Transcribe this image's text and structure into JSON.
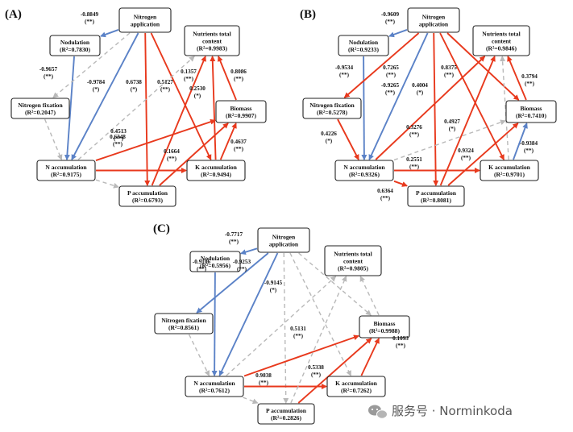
{
  "colors": {
    "positive": "#e8391d",
    "negative": "#5b82c7",
    "nonsignificant": "#b9b9b9",
    "box_border": "#222222",
    "watermark": "#555555"
  },
  "panels": [
    {
      "label": "(A)",
      "nodes": {
        "nitro": [
          "Nitrogen",
          "application"
        ],
        "nod": [
          "Nodulation",
          "(R²=0.7830)"
        ],
        "nfix": [
          "Nitrogen fixation",
          "(R²=0.2047)"
        ],
        "nacc": [
          "N accumulation",
          "(R²=0.9175)"
        ],
        "pacc": [
          "P accumulation",
          "(R²=0.6793)"
        ],
        "kacc": [
          "K accumulation",
          "(R²=0.9494)"
        ],
        "bio": [
          "Biomass",
          "(R²=0.9907)"
        ],
        "nut": [
          "Nutrients total",
          "content",
          "(R²=0.9983)"
        ]
      },
      "edges": [
        {
          "from": "nitro",
          "to": "nod",
          "sign": "neg",
          "coef": "-0.8849",
          "sig": "(**)"
        },
        {
          "from": "nod",
          "to": "nacc",
          "sign": "neg",
          "coef": "",
          "sig": ""
        },
        {
          "from": "nitro",
          "to": "nacc",
          "sign": "neg",
          "coef": "-0.9784",
          "sig": "(*)"
        },
        {
          "from": "nitro",
          "to": "nfix",
          "sign": "ns",
          "coef": "-0.9657",
          "sig": "(**)"
        },
        {
          "from": "nitro",
          "to": "pacc",
          "sign": "pos",
          "coef": "0.6738",
          "sig": "(*)"
        },
        {
          "from": "nitro",
          "to": "kacc",
          "sign": "pos",
          "coef": "0.5127",
          "sig": "(**)"
        },
        {
          "from": "nfix",
          "to": "nacc",
          "sign": "ns",
          "coef": "",
          "sig": ""
        },
        {
          "from": "nacc",
          "to": "pacc",
          "sign": "ns",
          "coef": "",
          "sig": ""
        },
        {
          "from": "nacc",
          "to": "kacc",
          "sign": "pos",
          "coef": "0.6348",
          "sig": "(**)"
        },
        {
          "from": "nacc",
          "to": "bio",
          "sign": "pos",
          "coef": "0.4513",
          "sig": "(**)"
        },
        {
          "from": "nacc",
          "to": "nut",
          "sign": "ns",
          "coef": "",
          "sig": ""
        },
        {
          "from": "pacc",
          "to": "bio",
          "sign": "pos",
          "coef": "0.1664",
          "sig": "(**)"
        },
        {
          "from": "pacc",
          "to": "nut",
          "sign": "pos",
          "coef": "0.2530",
          "sig": "(*)"
        },
        {
          "from": "kacc",
          "to": "bio",
          "sign": "pos",
          "coef": "0.4637",
          "sig": "(**)"
        },
        {
          "from": "kacc",
          "to": "nut",
          "sign": "pos",
          "coef": "0.1357",
          "sig": "(**)"
        },
        {
          "from": "bio",
          "to": "nut",
          "sign": "pos",
          "coef": "0.8086",
          "sig": "(**)"
        }
      ]
    },
    {
      "label": "(B)",
      "nodes": {
        "nitro": [
          "Nitrogen",
          "application"
        ],
        "nod": [
          "Nodulation",
          "(R²=0.9233)"
        ],
        "nfix": [
          "Nitrogen fixation",
          "(R²=0.5278)"
        ],
        "nacc": [
          "N accumulation",
          "(R²=0.9326)"
        ],
        "pacc": [
          "P accumulation",
          "(R²=0.8081)"
        ],
        "kacc": [
          "K accumulation",
          "(R²=0.9701)"
        ],
        "bio": [
          "Biomass",
          "(R²=0.7410)"
        ],
        "nut": [
          "Nutrients total",
          "content",
          "(R²=0.9846)"
        ]
      },
      "edges": [
        {
          "from": "nitro",
          "to": "nod",
          "sign": "neg",
          "coef": "-0.9609",
          "sig": "(**)"
        },
        {
          "from": "nod",
          "to": "nacc",
          "sign": "neg",
          "coef": "",
          "sig": ""
        },
        {
          "from": "nitro",
          "to": "nfix",
          "sign": "pos",
          "coef": "-0.9534",
          "sig": "(**)"
        },
        {
          "from": "nitro",
          "to": "nacc",
          "sign": "neg",
          "coef": "-0.9265",
          "sig": "(**)"
        },
        {
          "from": "nitro",
          "to": "pacc",
          "sign": "pos",
          "coef": "0.7265",
          "sig": "(**)"
        },
        {
          "from": "nitro",
          "to": "kacc",
          "sign": "pos",
          "coef": "0.8375",
          "sig": "(**)"
        },
        {
          "from": "nitro",
          "to": "bio",
          "sign": "pos",
          "coef": "0.4004",
          "sig": "(*)"
        },
        {
          "from": "nfix",
          "to": "nacc",
          "sign": "pos",
          "coef": "0.4226",
          "sig": "(*)"
        },
        {
          "from": "nacc",
          "to": "pacc",
          "sign": "pos",
          "coef": "0.6364",
          "sig": "(**)"
        },
        {
          "from": "nacc",
          "to": "kacc",
          "sign": "pos",
          "coef": "0.2551",
          "sig": "(**)"
        },
        {
          "from": "nacc",
          "to": "nut",
          "sign": "pos",
          "coef": "0.3276",
          "sig": "(**)"
        },
        {
          "from": "nacc",
          "to": "bio",
          "sign": "ns",
          "coef": "",
          "sig": ""
        },
        {
          "from": "pacc",
          "to": "nut",
          "sign": "pos",
          "coef": "0.4927",
          "sig": "(*)"
        },
        {
          "from": "pacc",
          "to": "bio",
          "sign": "pos",
          "coef": "0.9324",
          "sig": "(**)"
        },
        {
          "from": "kacc",
          "to": "bio",
          "sign": "neg",
          "coef": "-0.9384",
          "sig": "(**)"
        },
        {
          "from": "kacc",
          "to": "nut",
          "sign": "ns",
          "coef": "",
          "sig": ""
        },
        {
          "from": "bio",
          "to": "nut",
          "sign": "pos",
          "coef": "0.3794",
          "sig": "(**)"
        }
      ]
    },
    {
      "label": "(C)",
      "nodes": {
        "nitro": [
          "Nitrogen",
          "application"
        ],
        "nod": [
          "Nodulation",
          "(R²=0.5956)"
        ],
        "nfix": [
          "Nitrogen fixation",
          "(R²=0.8561)"
        ],
        "nacc": [
          "N accumulation",
          "(R²=0.7612)"
        ],
        "pacc": [
          "P accumulation",
          "(R²=0.2826)"
        ],
        "kacc": [
          "K accumulation",
          "(R²=0.7262)"
        ],
        "bio": [
          "Biomass",
          "(R²=0.9988)"
        ],
        "nut": [
          "Nutrients total",
          "content",
          "(R²=0.9805)"
        ]
      },
      "edges": [
        {
          "from": "nitro",
          "to": "nod",
          "sign": "neg",
          "coef": "-0.7717",
          "sig": "(**)"
        },
        {
          "from": "nitro",
          "to": "nfix",
          "sign": "neg",
          "coef": "-0.9253",
          "sig": "(**)"
        },
        {
          "from": "nod",
          "to": "nacc",
          "sign": "neg",
          "coef": "-0.9106",
          "sig": "(**)"
        },
        {
          "from": "nitro",
          "to": "nacc",
          "sign": "neg",
          "coef": "-0.9145",
          "sig": "(*)"
        },
        {
          "from": "nitro",
          "to": "pacc",
          "sign": "ns",
          "coef": "",
          "sig": ""
        },
        {
          "from": "nitro",
          "to": "kacc",
          "sign": "ns",
          "coef": "",
          "sig": ""
        },
        {
          "from": "nitro",
          "to": "bio",
          "sign": "ns",
          "coef": "",
          "sig": ""
        },
        {
          "from": "nfix",
          "to": "nacc",
          "sign": "ns",
          "coef": "",
          "sig": ""
        },
        {
          "from": "nacc",
          "to": "pacc",
          "sign": "ns",
          "coef": "",
          "sig": ""
        },
        {
          "from": "nacc",
          "to": "kacc",
          "sign": "pos",
          "coef": "0.9838",
          "sig": "(**)"
        },
        {
          "from": "nacc",
          "to": "bio",
          "sign": "pos",
          "coef": "0.5131",
          "sig": "(**)"
        },
        {
          "from": "nacc",
          "to": "nut",
          "sign": "ns",
          "coef": "",
          "sig": ""
        },
        {
          "from": "pacc",
          "to": "bio",
          "sign": "pos",
          "coef": "0.5338",
          "sig": "(**)"
        },
        {
          "from": "pacc",
          "to": "nut",
          "sign": "ns",
          "coef": "",
          "sig": ""
        },
        {
          "from": "kacc",
          "to": "bio",
          "sign": "pos",
          "coef": "0.1093",
          "sig": "(**)"
        },
        {
          "from": "bio",
          "to": "nut",
          "sign": "ns",
          "coef": "",
          "sig": ""
        }
      ]
    }
  ],
  "watermark": {
    "icon": "wechat-icon",
    "text": "服务号 · Norminkoda"
  }
}
